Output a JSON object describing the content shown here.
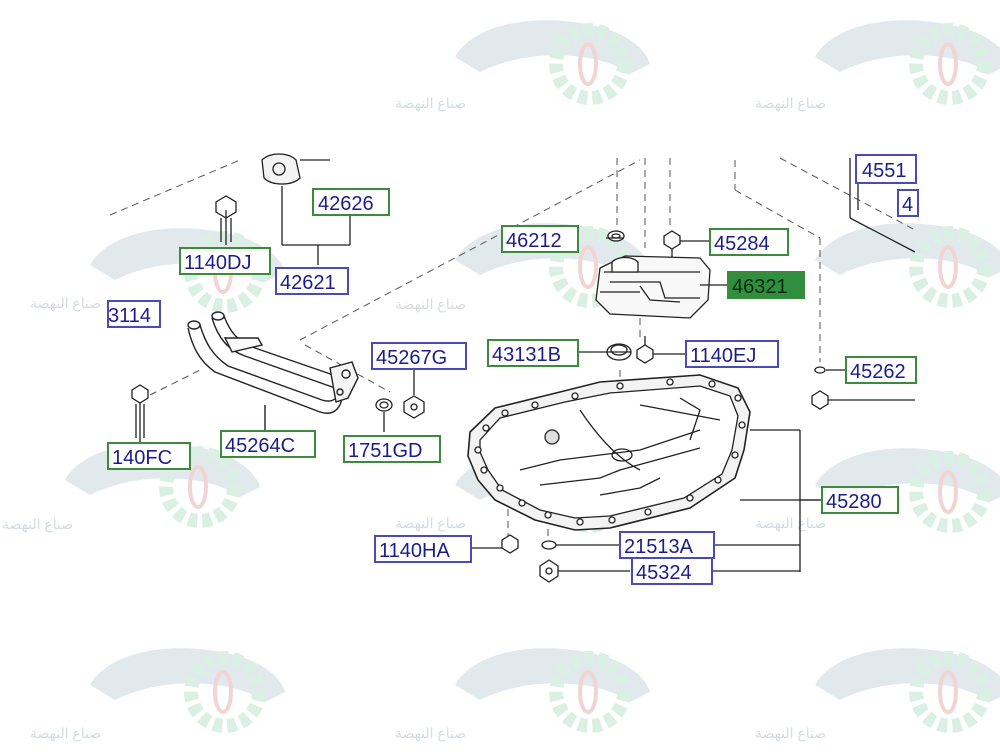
{
  "watermark": {
    "text": "صناع النهضة",
    "colors": {
      "car": "#dfe7ea",
      "gear": "#d6efe1",
      "accent": "#f0d0d0"
    }
  },
  "parts": [
    {
      "id": "42626",
      "style": "green",
      "selected": false
    },
    {
      "id": "1140DJ",
      "style": "green",
      "selected": false
    },
    {
      "id": "42621",
      "style": "blue",
      "selected": false
    },
    {
      "id": "3114",
      "style": "blue",
      "selected": false
    },
    {
      "id": "46212",
      "style": "green",
      "selected": false
    },
    {
      "id": "45284",
      "style": "green",
      "selected": false
    },
    {
      "id": "46321",
      "style": "green",
      "selected": true
    },
    {
      "id": "4551",
      "style": "blue",
      "selected": false
    },
    {
      "id": "4",
      "style": "blue",
      "selected": false
    },
    {
      "id": "43131B",
      "style": "green",
      "selected": false
    },
    {
      "id": "1140EJ",
      "style": "blue",
      "selected": false
    },
    {
      "id": "45262",
      "style": "green",
      "selected": false
    },
    {
      "id": "45267G",
      "style": "blue",
      "selected": false
    },
    {
      "id": "1751GD",
      "style": "green",
      "selected": false
    },
    {
      "id": "45264C",
      "style": "green",
      "selected": false
    },
    {
      "id": "140FC",
      "style": "green",
      "selected": false
    },
    {
      "id": "45280",
      "style": "green",
      "selected": false
    },
    {
      "id": "21513A",
      "style": "blue",
      "selected": false
    },
    {
      "id": "1140HA",
      "style": "blue",
      "selected": false
    },
    {
      "id": "45324",
      "style": "blue",
      "selected": false
    }
  ],
  "colors": {
    "green_border": "#3c8a3c",
    "blue_border": "#4a4ab8",
    "selected_fill": "#2f8f3f",
    "line": "#333333"
  }
}
